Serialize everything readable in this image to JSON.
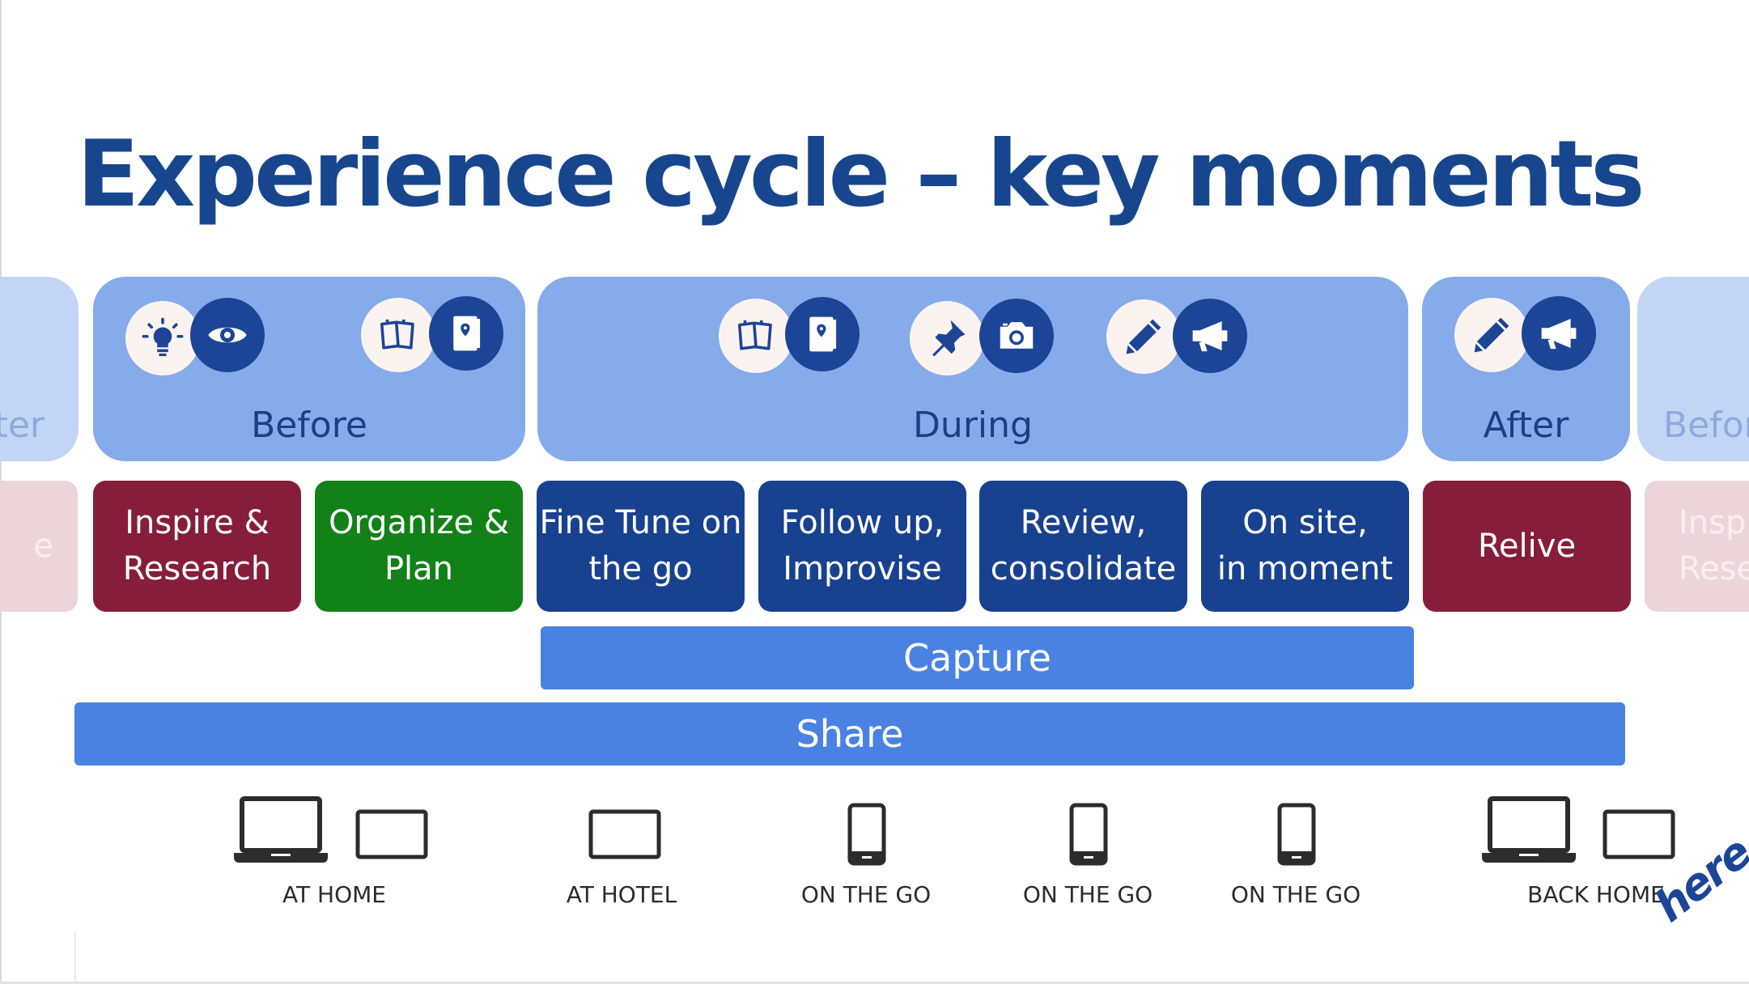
{
  "title": "Experience cycle – key moments",
  "phases": {
    "left_partial": "ter",
    "before": "Before",
    "during": "During",
    "after": "After",
    "right_partial": "Befor"
  },
  "icons": {
    "before": [
      "lightbulb-icon",
      "eye-icon",
      "notes-icon",
      "notebook-icon"
    ],
    "during": [
      "notes-icon",
      "notebook-icon",
      "pin-icon",
      "camera-icon",
      "pencil-icon",
      "megaphone-icon"
    ],
    "after": [
      "pencil-icon",
      "megaphone-icon"
    ]
  },
  "moments": {
    "left_partial": "e",
    "inspire": "Inspire &\nResearch",
    "organize": "Organize &\nPlan",
    "fine_tune": "Fine Tune on\nthe go",
    "follow_up": "Follow up,\nImprovise",
    "review": "Review,\nconsolidate",
    "on_site": "On site,\nin moment",
    "relive": "Relive",
    "right_partial": "Inspi\nRese"
  },
  "bars": {
    "capture": "Capture",
    "share": "Share"
  },
  "devices": {
    "at_home": "AT HOME",
    "at_hotel": "AT HOTEL",
    "on_the_go_1": "ON THE GO",
    "on_the_go_2": "ON THE GO",
    "on_the_go_3": "ON THE GO",
    "back_home": "BACK HOME"
  },
  "logo": "here",
  "colors": {
    "title": "#17468f",
    "phase": "#86abea",
    "red": "#861d3a",
    "green": "#128117",
    "blue": "#18418f",
    "bar": "#4982e3",
    "icon_dark": "#1c4597",
    "icon_light": "#fbf3f0"
  }
}
